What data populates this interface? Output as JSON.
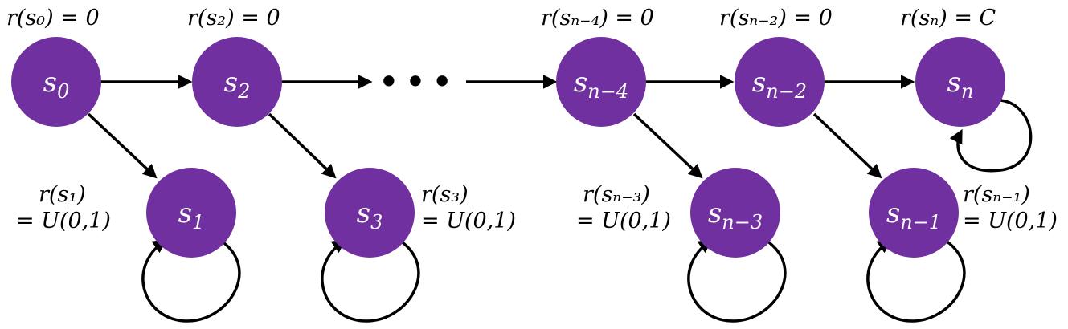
{
  "colors": {
    "node_fill": "#7030a0",
    "node_text": "#ffffff",
    "edge": "#000000",
    "background": "#ffffff"
  },
  "ellipsis": "•••",
  "nodes": [
    {
      "id": "s0",
      "name": "s",
      "sub": "0",
      "reward": "r(s₀) = 0"
    },
    {
      "id": "s2",
      "name": "s",
      "sub": "2",
      "reward": "r(s₂) = 0"
    },
    {
      "id": "sn4",
      "name": "s",
      "sub": "n−4",
      "reward": "r(sₙ₋₄) = 0"
    },
    {
      "id": "sn2",
      "name": "s",
      "sub": "n−2",
      "reward": "r(sₙ₋₂) = 0"
    },
    {
      "id": "sn",
      "name": "s",
      "sub": "n",
      "reward": "r(sₙ) = C"
    },
    {
      "id": "s1",
      "name": "s",
      "sub": "1",
      "reward_line1": "r(s₁)",
      "reward_line2": "= U(0,1)"
    },
    {
      "id": "s3",
      "name": "s",
      "sub": "3",
      "reward_line1": "r(s₃)",
      "reward_line2": "= U(0,1)"
    },
    {
      "id": "sn3",
      "name": "s",
      "sub": "n−3",
      "reward_line1": "r(sₙ₋₃)",
      "reward_line2": "= U(0,1)"
    },
    {
      "id": "sn1",
      "name": "s",
      "sub": "n−1",
      "reward_line1": "r(sₙ₋₁)",
      "reward_line2": "= U(0,1)"
    }
  ]
}
